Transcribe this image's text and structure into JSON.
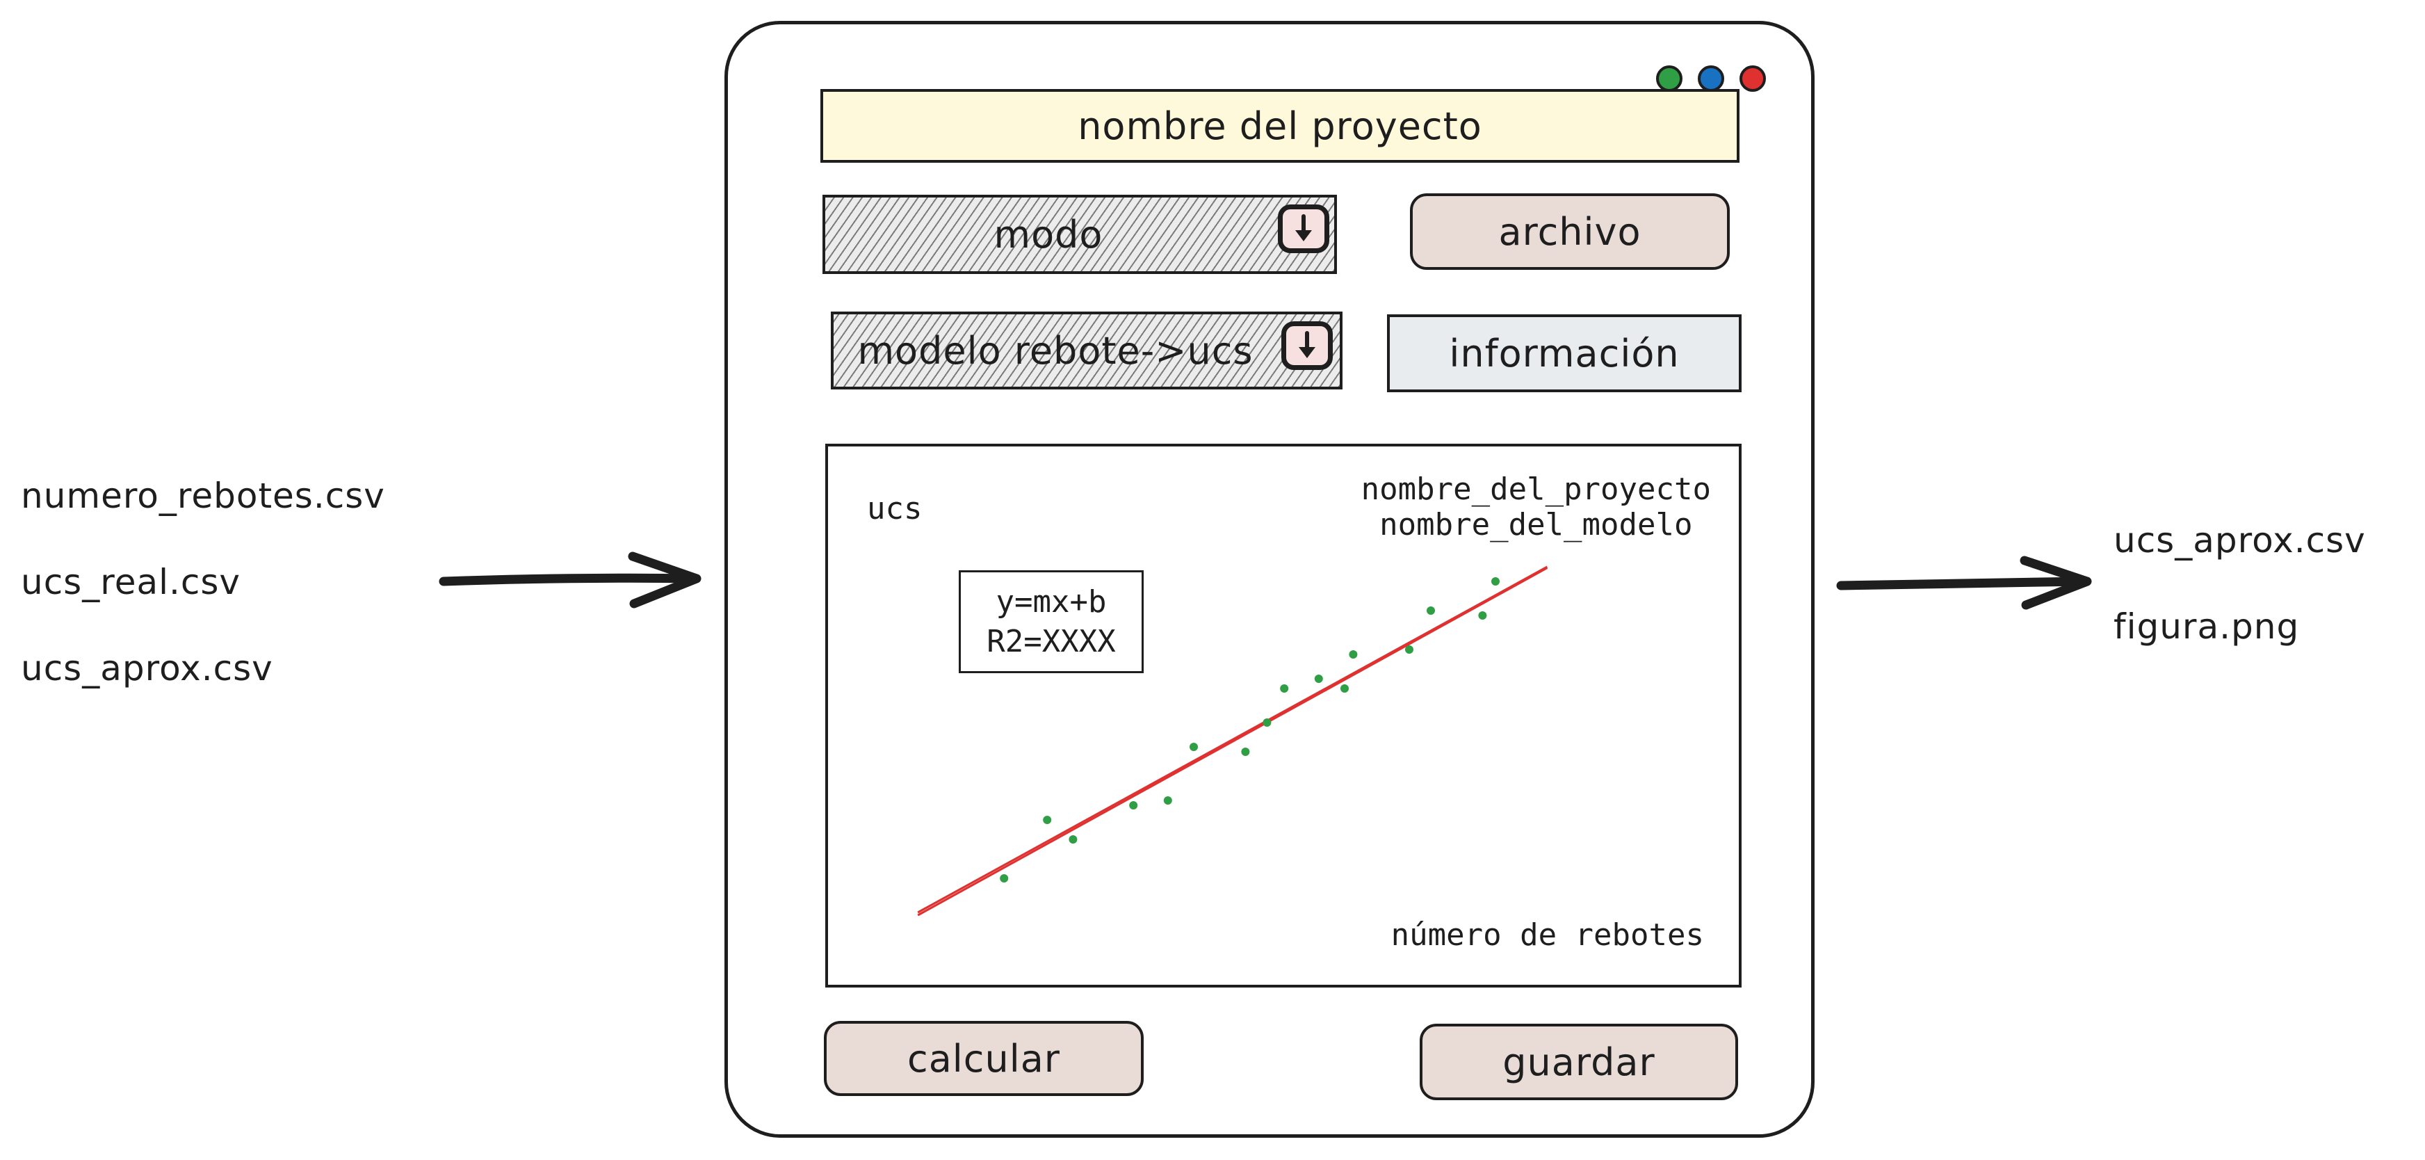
{
  "inputs": {
    "files": [
      "numero_rebotes.csv",
      "ucs_real.csv",
      "ucs_aprox.csv"
    ]
  },
  "outputs": {
    "files": [
      "ucs_aprox.csv",
      "figura.png"
    ]
  },
  "window": {
    "controls": [
      {
        "name": "maximize",
        "color": "#2f9e44"
      },
      {
        "name": "minimize",
        "color": "#1971c2"
      },
      {
        "name": "close",
        "color": "#e03131"
      }
    ]
  },
  "form": {
    "project_name": "nombre del proyecto",
    "mode_select": "modo",
    "file_button": "archivo",
    "model_select": "modelo rebote->ucs",
    "info_button": "información",
    "calc_button": "calcular",
    "save_button": "guardar"
  },
  "colors": {
    "title_bg": "#fff9db",
    "button_bg": "#e9dcd7",
    "info_bg": "#e9ecef",
    "fit_line": "#e03131",
    "points": "#2f9e44"
  },
  "chart_data": {
    "type": "scatter",
    "title": "nombre_del_proyecto",
    "subtitle": "nombre_del_modelo",
    "xlabel": "número de rebotes",
    "ylabel": "ucs",
    "annotation": [
      "y=mx+b",
      "R2=XXXX"
    ],
    "xlim": [
      0,
      10
    ],
    "ylim": [
      0,
      10
    ],
    "points": [
      {
        "x": 1.8,
        "y": 1.7
      },
      {
        "x": 2.3,
        "y": 2.9
      },
      {
        "x": 2.6,
        "y": 2.5
      },
      {
        "x": 3.3,
        "y": 3.2
      },
      {
        "x": 3.7,
        "y": 3.3
      },
      {
        "x": 4.0,
        "y": 4.4
      },
      {
        "x": 4.6,
        "y": 4.3
      },
      {
        "x": 4.85,
        "y": 4.9
      },
      {
        "x": 5.05,
        "y": 5.6
      },
      {
        "x": 5.45,
        "y": 5.8
      },
      {
        "x": 5.75,
        "y": 5.6
      },
      {
        "x": 5.85,
        "y": 6.3
      },
      {
        "x": 6.5,
        "y": 6.4
      },
      {
        "x": 6.75,
        "y": 7.2
      },
      {
        "x": 7.35,
        "y": 7.1
      },
      {
        "x": 7.5,
        "y": 7.8
      }
    ],
    "fit_line": {
      "x": [
        0.8,
        8.1
      ],
      "y": [
        1.0,
        8.1
      ]
    },
    "series": [
      {
        "values": "points",
        "color": "#2f9e44"
      },
      {
        "values": "fit_line",
        "color": "#e03131"
      }
    ]
  }
}
